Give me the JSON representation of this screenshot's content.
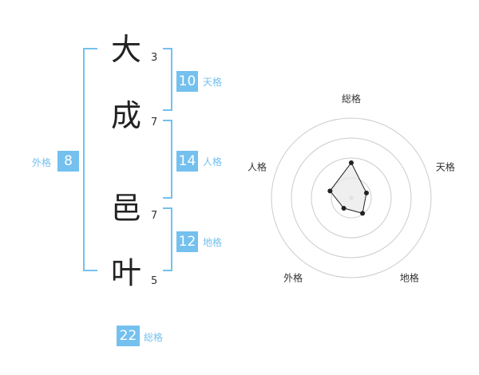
{
  "name": {
    "chars": [
      {
        "char": "大",
        "strokes": "3"
      },
      {
        "char": "成",
        "strokes": "7"
      },
      {
        "char": "邑",
        "strokes": "7"
      },
      {
        "char": "叶",
        "strokes": "5"
      }
    ]
  },
  "fortunes": {
    "tenkaku": {
      "value": "10",
      "label": "天格"
    },
    "jinkaku": {
      "value": "14",
      "label": "人格"
    },
    "chikaku": {
      "value": "12",
      "label": "地格"
    },
    "gaikaku": {
      "value": "8",
      "label": "外格"
    },
    "soukaku": {
      "value": "22",
      "label": "総格"
    }
  },
  "colors": {
    "accent": "#74c0ee",
    "text": "#333333",
    "grid": "#cccccc",
    "polygon_fill": "#e8e8e8"
  },
  "chart_data": {
    "type": "radar",
    "axes": [
      "総格",
      "天格",
      "地格",
      "外格",
      "人格"
    ],
    "values": [
      22,
      10,
      12,
      8,
      14
    ],
    "grid_rings": 4,
    "grid": true
  }
}
